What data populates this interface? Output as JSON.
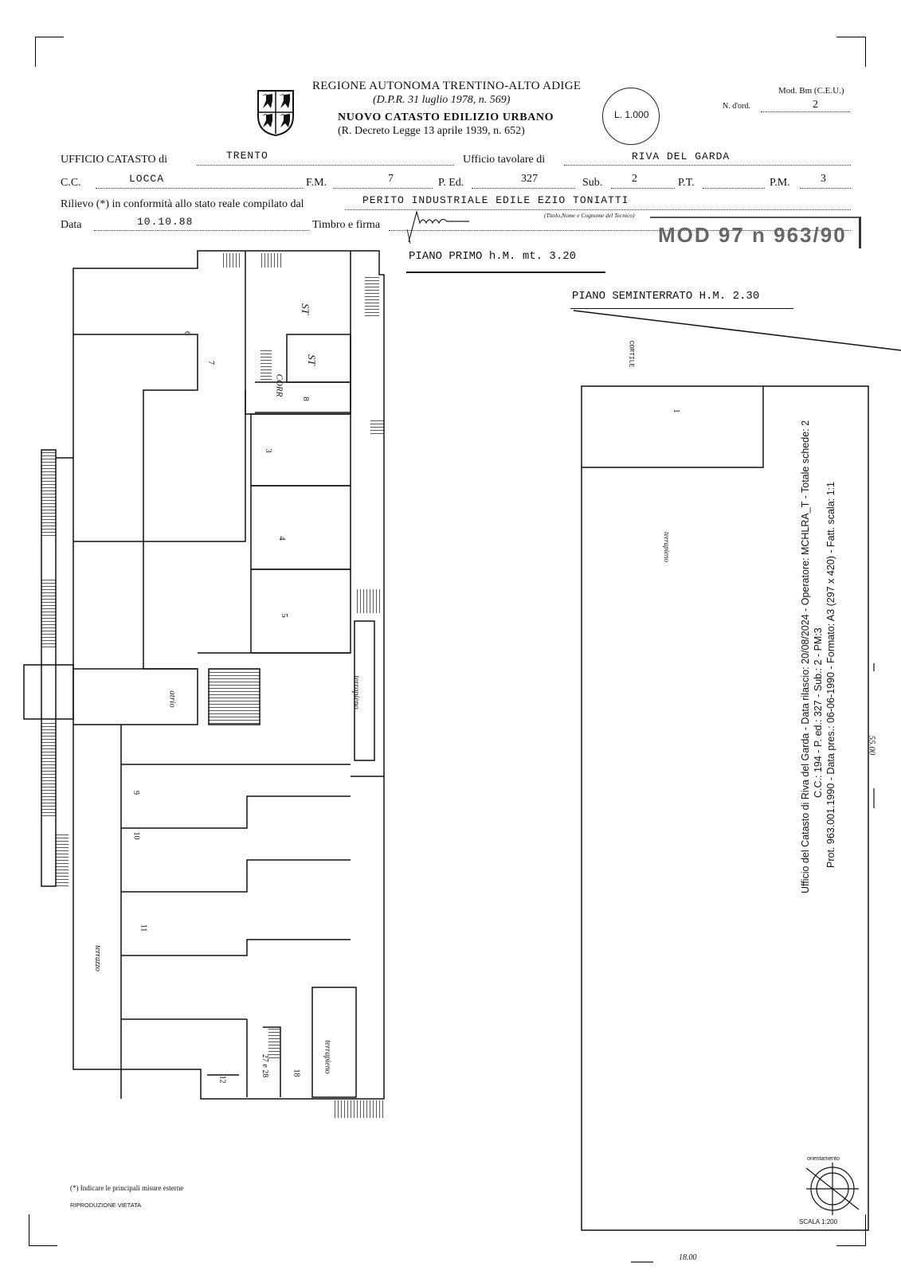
{
  "header": {
    "region": "REGIONE AUTONOMA TRENTINO-ALTO ADIGE",
    "dpr": "(D.P.R. 31 luglio 1978, n. 569)",
    "catasto": "NUOVO CATASTO EDILIZIO URBANO",
    "decreto": "(R. Decreto Legge 13 aprile 1939, n. 652)",
    "price": "L. 1.000",
    "mod": "Mod. Bm (C.E.U.)",
    "n_ord_label": "N. d'ord.",
    "n_ord_value": "2"
  },
  "form": {
    "ufficio_label": "UFFICIO CATASTO di",
    "ufficio_value": "TRENTO",
    "tavolare_label": "Ufficio tavolare di",
    "tavolare_value": "RIVA DEL GARDA",
    "cc_label": "C.C.",
    "cc_value": "LOCCA",
    "fm_label": "F.M.",
    "fm_value": "7",
    "ped_label": "P. Ed.",
    "ped_value": "327",
    "sub_label": "Sub.",
    "sub_value": "2",
    "pt_label": "P.T.",
    "pm_label": "P.M.",
    "pm_value": "3",
    "rilievo_label": "Rilievo (*) in conformità allo stato reale compilato dal",
    "rilievo_value": "PERITO INDUSTRIALE EDILE EZIO TONIATTI",
    "tecnico_note": "(Titolo,Nome e Cognome del Tecnico)",
    "data_label": "Data",
    "data_value": "10.10.88",
    "timbro_label": "Timbro e firma",
    "stamp": "MOD 97 n 963/90"
  },
  "plan": {
    "piano_primo": "PIANO PRIMO h.M. mt. 3.20",
    "piano_seminterrato": "PIANO SEMINTERRATO H.M. 2.30",
    "cortile": "CORTILE",
    "terrapieno": "terrapieno",
    "terrazzo": "terrazzo",
    "atrio": "atrio",
    "corr": "CORR",
    "st": "ST",
    "orientamento": "orientamento",
    "scala": "SCALA  1:200",
    "dim_width": "18.00",
    "dim_length": "55.00",
    "room_labels": [
      "1",
      "3",
      "4",
      "5",
      "6",
      "7",
      "8",
      "9",
      "10",
      "11",
      "12",
      "18",
      "27 e 28"
    ]
  },
  "footer": {
    "note": "(*) Indicare le principali misure esterne",
    "repro": "RIPRODUZIONE VIETATA"
  },
  "side_text": {
    "line1": "Ufficio del Catasto di Riva del Garda - Data rilascio: 20/08/2024 - Operatore: MCHLRA_T - Totale schede: 2",
    "line2": "C.C.: 194 - P. ed.: 327 - Sub.: 2 - PM:3",
    "line3": "Prot. 963.001.1990 - Data pres.: 06-06-1990 - Formato: A3 (297 x 420) - Fatt. scala: 1:1"
  }
}
